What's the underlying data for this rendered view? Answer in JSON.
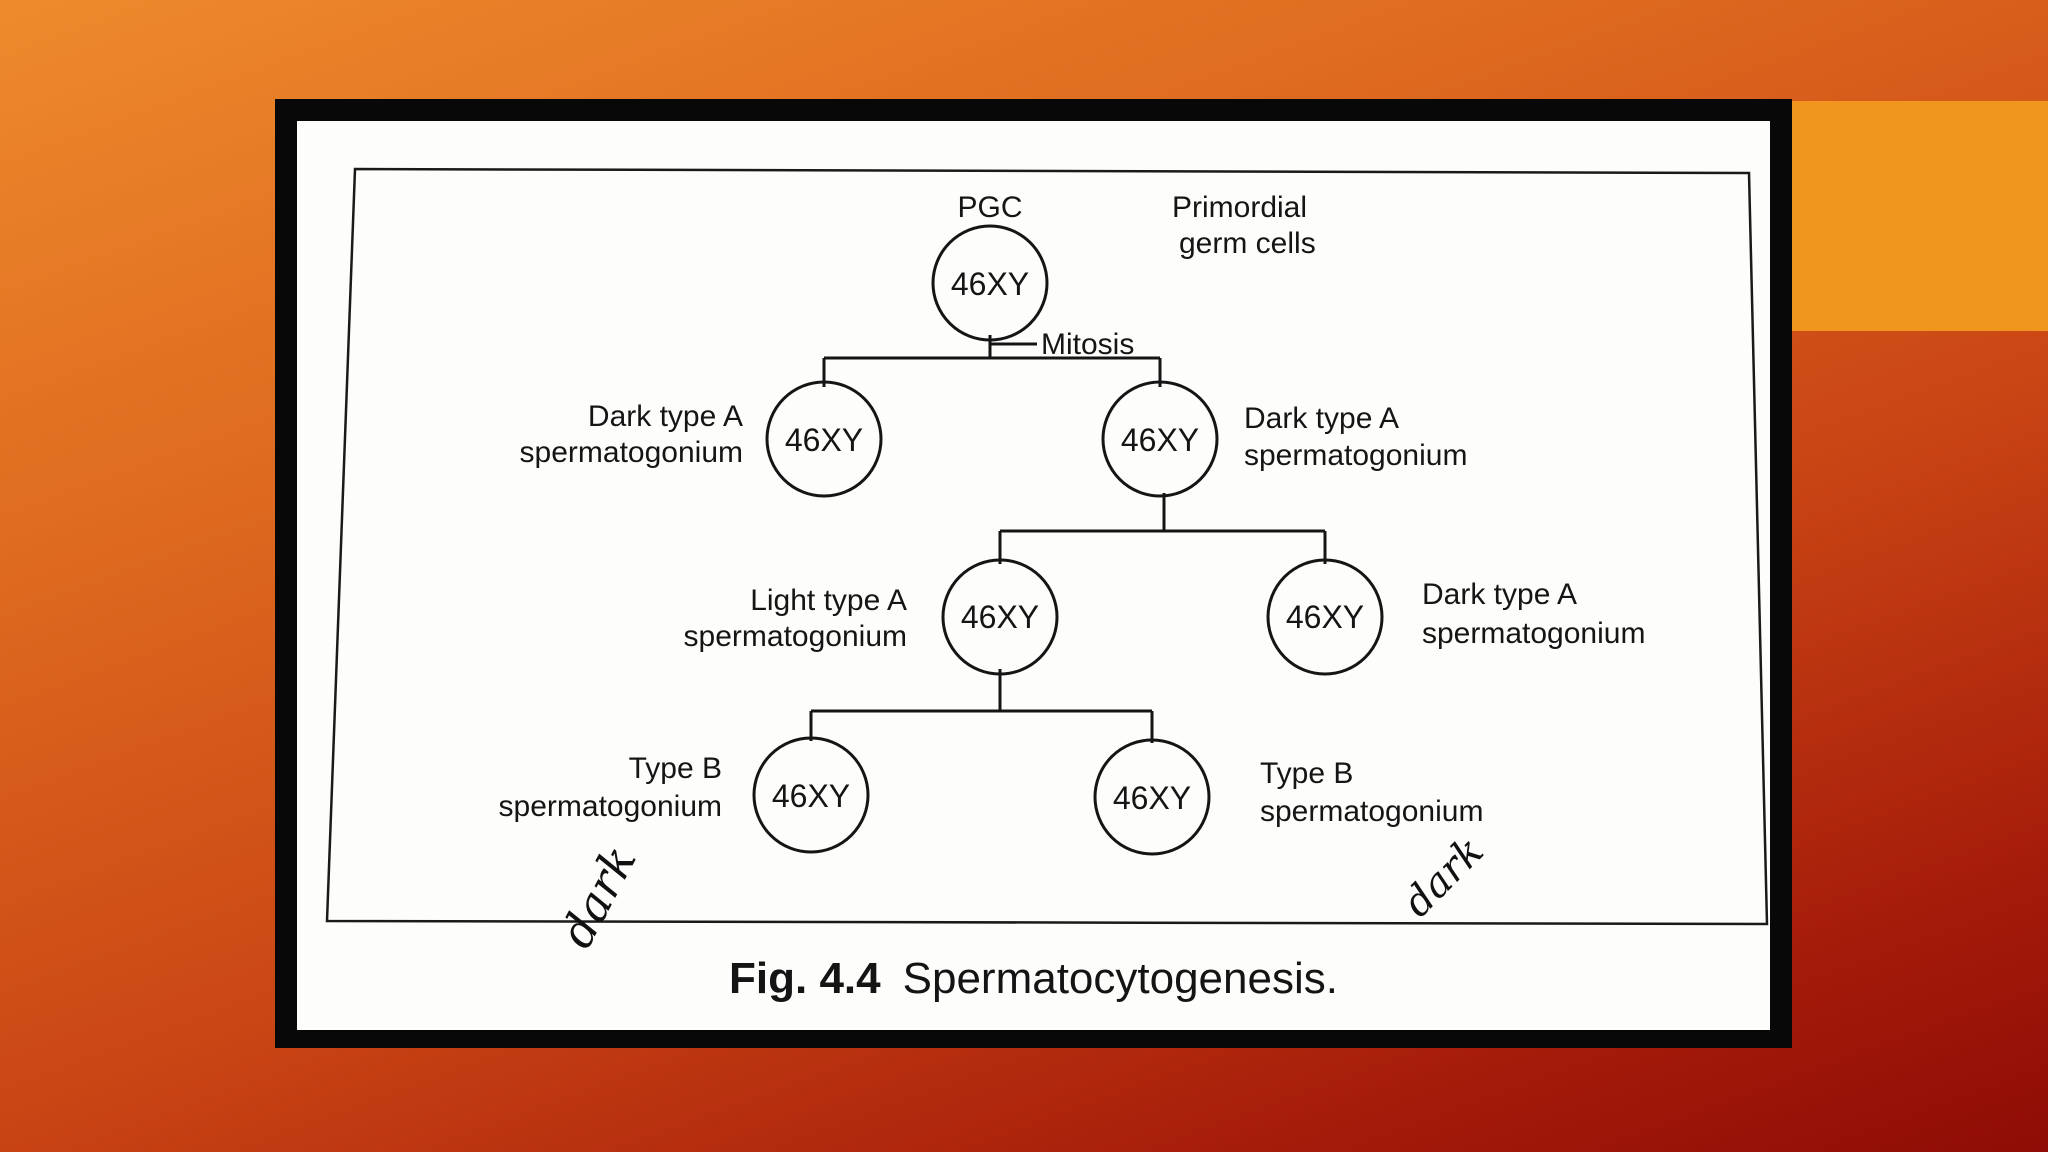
{
  "figure": {
    "caption_label": "Fig. 4.4",
    "caption_title": "Spermatocytogenesis.",
    "handwriting": [
      "dark",
      "dark"
    ]
  },
  "diagram": {
    "root": {
      "top_label": "PGC",
      "side_label_line1": "Primordial",
      "side_label_line2": "germ cells",
      "karyotype": "46XY"
    },
    "root_division": "Mitosis",
    "level1_left": {
      "label_line1": "Dark type A",
      "label_line2": "spermatogonium",
      "karyotype": "46XY"
    },
    "level1_right": {
      "label_line1": "Dark type A",
      "label_line2": "spermatogonium",
      "karyotype": "46XY"
    },
    "level2_left": {
      "label_line1": "Light type A",
      "label_line2": "spermatogonium",
      "karyotype": "46XY"
    },
    "level2_right": {
      "label_line1": "Dark type A",
      "label_line2": "spermatogonium",
      "karyotype": "46XY"
    },
    "level3_left": {
      "label_line1": "Type B",
      "label_line2": "spermatogonium",
      "karyotype": "46XY"
    },
    "level3_right": {
      "label_line1": "Type B",
      "label_line2": "spermatogonium",
      "karyotype": "46XY"
    }
  },
  "colors": {
    "ink": "#151515",
    "paper": "#fdfdfb",
    "frame": "#080808",
    "accent": "#f0951e"
  }
}
